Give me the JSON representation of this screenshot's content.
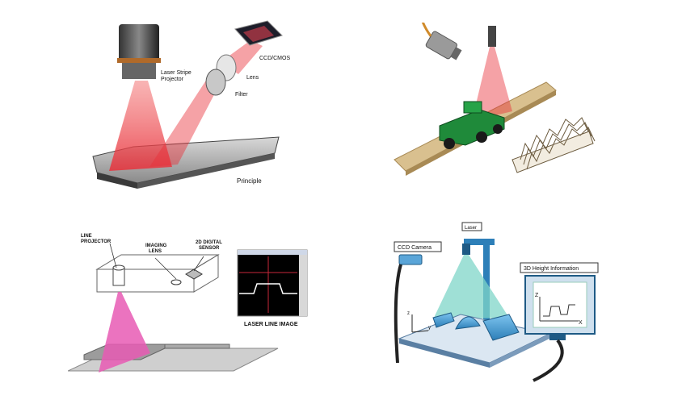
{
  "panel1": {
    "laser_projector_line1": "Laser Stripe",
    "laser_projector_line2": "Projector",
    "sensor": "CCD/CMOS",
    "lens": "Lens",
    "filter": "Filter",
    "caption": "Principle"
  },
  "panel3": {
    "projector_line1": "LINE",
    "projector_line2": "PROJECTOR",
    "imaging_line1": "IMAGING",
    "imaging_line2": "LENS",
    "sensor_line1": "2D DIGITAL",
    "sensor_line2": "SENSOR",
    "caption": "LASER LINE IMAGE"
  },
  "panel4": {
    "camera": "CCD Camera",
    "laser": "Laser",
    "height_info": "3D Height Information",
    "axis_z": "Z",
    "axis_x": "X",
    "axis_small_z": "z",
    "axis_small_y": "y"
  },
  "colors": {
    "laser_red": "#e8303a",
    "laser_pink": "#e85ab4",
    "laser_cyan": "#7fd6c8",
    "truck_green": "#1f8a3a",
    "wood": "#d9c08f"
  }
}
